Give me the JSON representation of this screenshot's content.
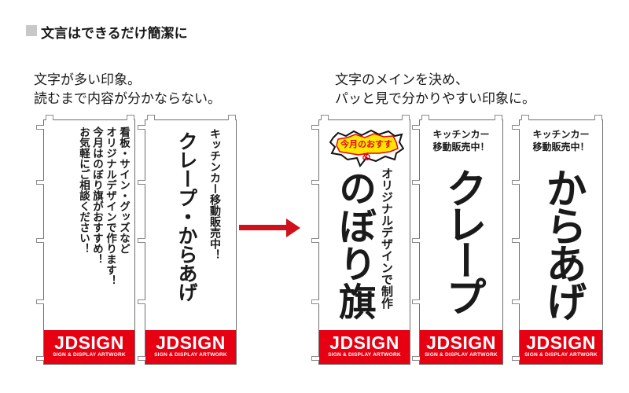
{
  "title": "文言はできるだけ簡潔に",
  "left_caption": [
    "文字が多い印象。",
    "読むまで内容が分かならない。"
  ],
  "right_caption": [
    "文字のメインを決め、",
    "パッと見で分かりやすい印象に。"
  ],
  "brand": {
    "name": "JDSIGN",
    "tagline": "SIGN & DISPLAY ARTWORK",
    "color": "#e60012"
  },
  "flags": {
    "f1": {
      "lines": [
        "看板・サイン・グッズなど",
        "オリジナルデザインで作ります！",
        "今月はのぼり旗がおすすめ！",
        "お気軽にご相談ください！"
      ]
    },
    "f2": {
      "sub": "キッチンカー移動販売中！",
      "main": "クレープ・からあげ"
    },
    "f3": {
      "badge": "今月のおすすめ",
      "sub": "オリジナルデザインで制作",
      "main": "のぼり旗"
    },
    "f4": {
      "sub": [
        "キッチンカー",
        "移動販売中！"
      ],
      "main": "クレープ"
    },
    "f5": {
      "sub": [
        "キッチンカー",
        "移動販売中！"
      ],
      "main": "からあげ"
    }
  }
}
